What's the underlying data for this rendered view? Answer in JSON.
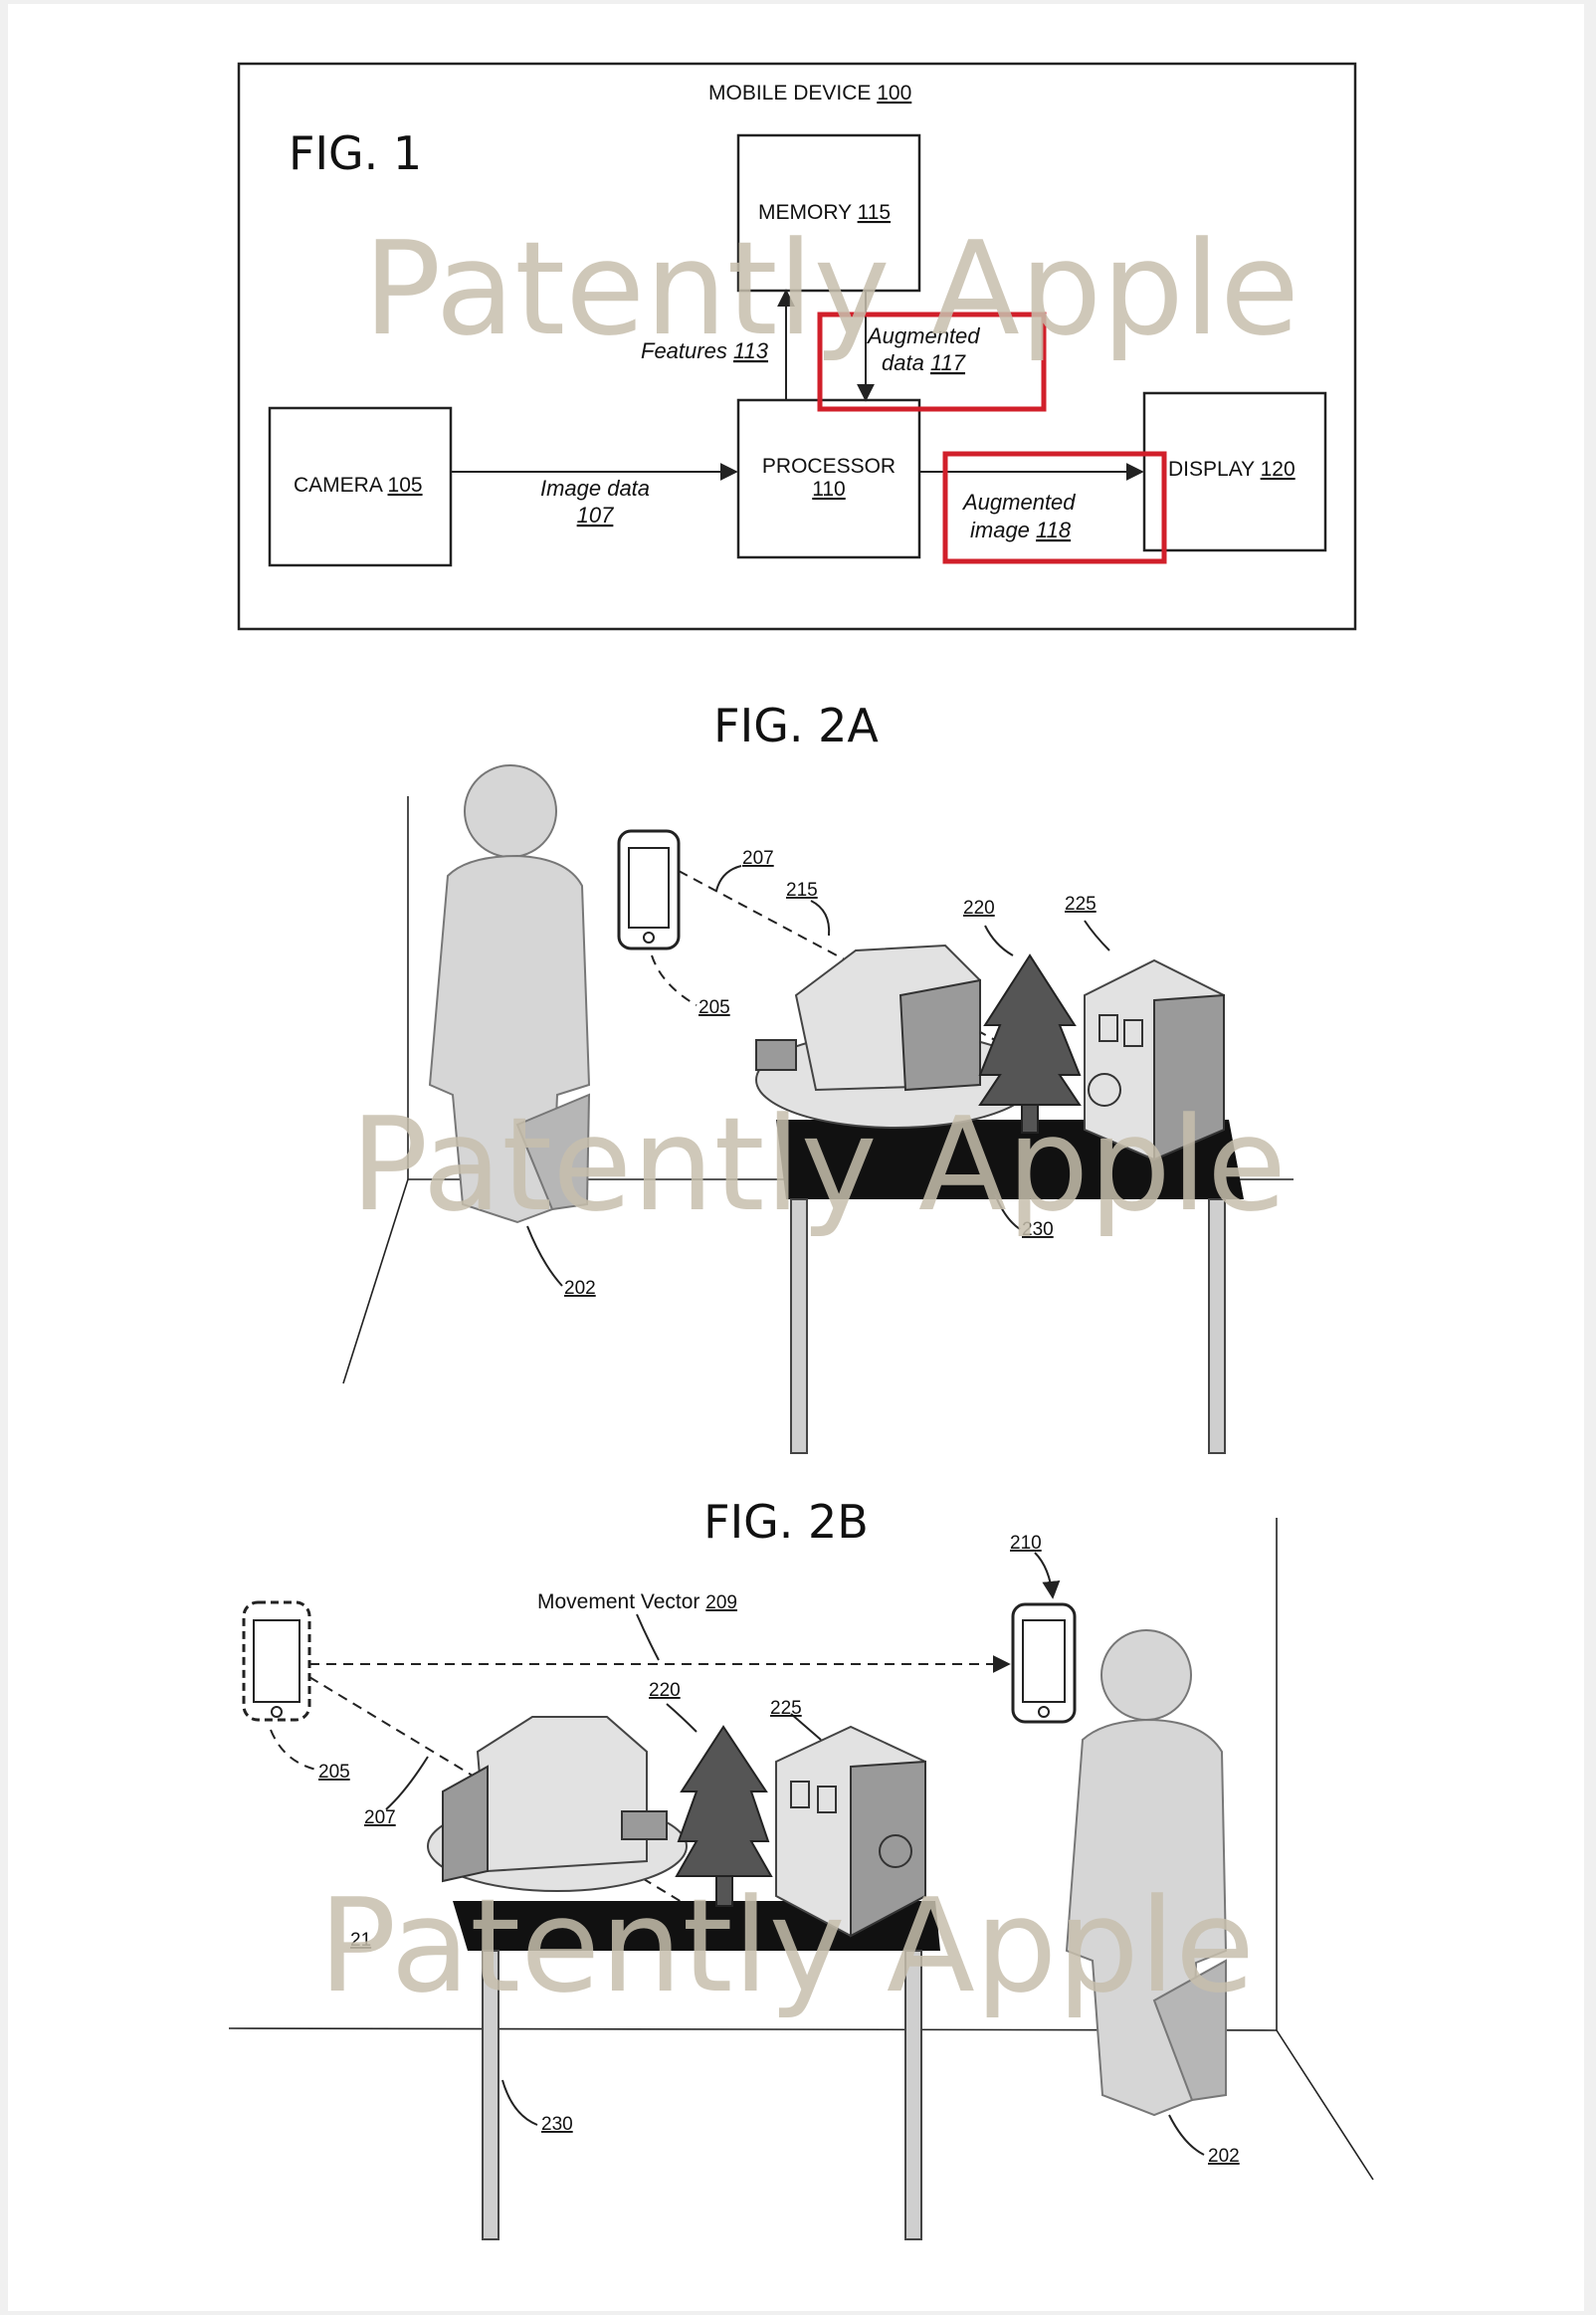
{
  "fig1": {
    "title": "FIG. 1",
    "device_label": "MOBILE DEVICE",
    "device_ref": "100",
    "memory_label": "MEMORY",
    "memory_ref": "115",
    "processor_label": "PROCESSOR",
    "processor_ref": "110",
    "camera_label": "CAMERA",
    "camera_ref": "105",
    "display_label": "DISPLAY",
    "display_ref": "120",
    "features_label": "Features",
    "features_ref": "113",
    "augdata_line1": "Augmented",
    "augdata_line2": "data",
    "augdata_ref": "117",
    "imagedata_line1": "Image data",
    "imagedata_ref": "107",
    "augimage_line1": "Augmented",
    "augimage_line2": "image",
    "augimage_ref": "118",
    "highlight_color": "#d11f2a"
  },
  "fig2a": {
    "title": "FIG. 2A",
    "ref_202": "202",
    "ref_205": "205",
    "ref_207": "207",
    "ref_215": "215",
    "ref_220": "220",
    "ref_225": "225",
    "ref_230": "230"
  },
  "fig2b": {
    "title": "FIG. 2B",
    "movement_label": "Movement Vector",
    "movement_ref": "209",
    "ref_210": "210",
    "ref_205": "205",
    "ref_207": "207",
    "ref_220": "220",
    "ref_225": "225",
    "ref_21x": "21",
    "ref_230": "230",
    "ref_202": "202"
  },
  "watermark": "Patently Apple"
}
